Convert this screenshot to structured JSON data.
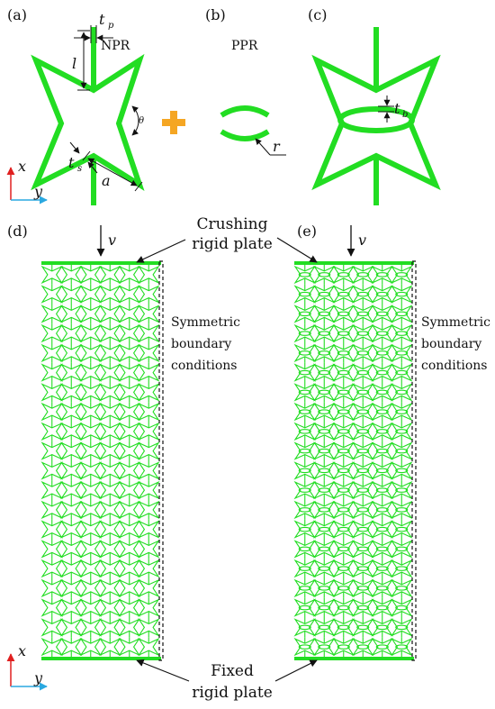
{
  "colors": {
    "green": "#22dd22",
    "plus": "#f5a623",
    "axis_x": "#e02020",
    "axis_y": "#2aa8e0",
    "ink": "#111111"
  },
  "panels": {
    "a": {
      "tag": "(a)",
      "title": "NPR",
      "t": "t",
      "tp_sub": "p",
      "ts_sub": "s",
      "l": "l",
      "a": "a",
      "theta": "θ"
    },
    "b": {
      "tag": "(b)",
      "title": "PPR",
      "r": "r"
    },
    "c": {
      "tag": "(c)",
      "t": "t",
      "tb_sub": "b"
    },
    "d": {
      "tag": "(d)",
      "v": "v"
    },
    "e": {
      "tag": "(e)",
      "v": "v"
    }
  },
  "axes": {
    "x": "x",
    "y": "y"
  },
  "annotations": {
    "crushing": [
      "Crushing",
      "rigid plate"
    ],
    "fixed": [
      "Fixed",
      "rigid plate"
    ],
    "symmetric_left": [
      "Symmetric",
      "boundary",
      "conditions"
    ],
    "symmetric_right": [
      "Symmetric",
      "boundary",
      "conditions"
    ]
  },
  "icons": {
    "plus": "plus-icon",
    "arrow": "arrow-icon"
  }
}
